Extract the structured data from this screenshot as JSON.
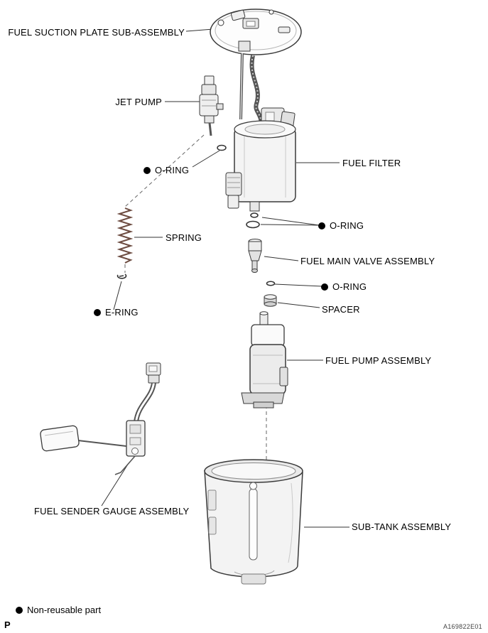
{
  "labels": {
    "fuel_suction_plate": "FUEL SUCTION PLATE SUB-ASSEMBLY",
    "jet_pump": "JET PUMP",
    "o_ring_top": "O-RING",
    "fuel_filter": "FUEL FILTER",
    "spring": "SPRING",
    "o_ring_middle": "O-RING",
    "fuel_main_valve": "FUEL MAIN VALVE ASSEMBLY",
    "o_ring_lower": "O-RING",
    "spacer": "SPACER",
    "e_ring": "E-RING",
    "fuel_pump": "FUEL PUMP ASSEMBLY",
    "fuel_sender_gauge": "FUEL SENDER GAUGE ASSEMBLY",
    "sub_tank": "SUB-TANK ASSEMBLY"
  },
  "legend": {
    "text": "Non-reusable part"
  },
  "page_marker": "P",
  "figure_code": "A169822E01",
  "colors": {
    "ink": "#000000",
    "bullet": "#000000",
    "spring": "#6d4c41"
  }
}
